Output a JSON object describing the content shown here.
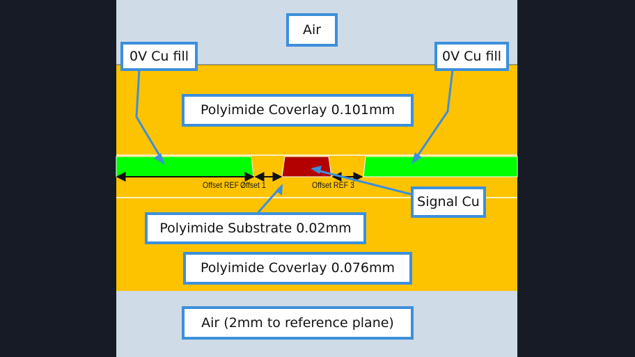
{
  "labels": {
    "air_top": "Air",
    "cu_fill_left": "0V Cu fill",
    "cu_fill_right": "0V Cu fill",
    "coverlay_top": "Polyimide Coverlay 0.101mm",
    "signal_cu": "Signal Cu",
    "substrate": "Polyimide Substrate 0.02mm",
    "coverlay_bottom": "Polyimide Coverlay 0.076mm",
    "air_bottom": "Air (2mm to reference plane)"
  },
  "dimensions": {
    "offset_ref_2": "Offset REF 2",
    "offset_1": "Offset 1",
    "offset_ref_3": "Offset REF 3"
  },
  "colors": {
    "background": "#171b26",
    "air": "#cfdbe6",
    "polyimide": "#fdc300",
    "ground_copper": "#00ff00",
    "signal_copper": "#b30000",
    "callout": "#3d8fdc"
  }
}
